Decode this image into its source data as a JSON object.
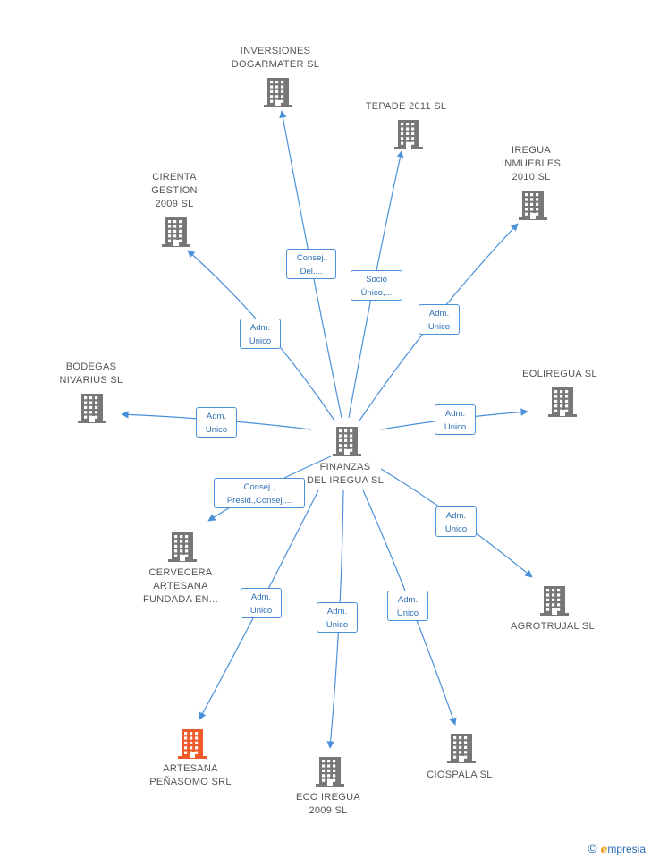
{
  "center": {
    "name": "FINANZAS\nDEL IREGUA SL",
    "color": "#777777"
  },
  "nodes": [
    {
      "id": "inversiones",
      "name": "INVERSIONES\nDOGARMATER SL",
      "color": "#777777"
    },
    {
      "id": "tepade",
      "name": "TEPADE 2011 SL",
      "color": "#777777"
    },
    {
      "id": "iregua-inmuebles",
      "name": "IREGUA\nINMUEBLES\n2010 SL",
      "color": "#777777"
    },
    {
      "id": "cirenta",
      "name": "CIRENTA\nGESTION\n2009 SL",
      "color": "#777777"
    },
    {
      "id": "bodegas",
      "name": "BODEGAS\nNIVARIUS  SL",
      "color": "#777777"
    },
    {
      "id": "eoliregua",
      "name": "EOLIREGUA SL",
      "color": "#777777"
    },
    {
      "id": "cervecera",
      "name": "CERVECERA\nARTESANA\nFUNDADA EN...",
      "color": "#777777"
    },
    {
      "id": "agrotrujal",
      "name": "AGROTRUJAL SL",
      "color": "#777777"
    },
    {
      "id": "artesana",
      "name": "ARTESANA\nPEÑASOMO SRL",
      "color": "#f05a28"
    },
    {
      "id": "eco-iregua",
      "name": "ECO IREGUA\n2009 SL",
      "color": "#777777"
    },
    {
      "id": "ciospala",
      "name": "CIOSPALA SL",
      "color": "#777777"
    }
  ],
  "edges": [
    {
      "to": "inversiones",
      "label": "Consej.\nDel...."
    },
    {
      "to": "tepade",
      "label": "Socio\nÚnico,..."
    },
    {
      "to": "iregua-inmuebles",
      "label": "Adm.\nUnico"
    },
    {
      "to": "cirenta",
      "label": "Adm.\nUnico"
    },
    {
      "to": "bodegas",
      "label": "Adm.\nUnico"
    },
    {
      "to": "eoliregua",
      "label": "Adm.\nUnico"
    },
    {
      "to": "cervecera",
      "label": "Consej.,\nPresid.,Consej...."
    },
    {
      "to": "agrotrujal",
      "label": "Adm.\nUnico"
    },
    {
      "to": "artesana",
      "label": "Adm.\nUnico"
    },
    {
      "to": "eco-iregua",
      "label": "Adm.\nUnico"
    },
    {
      "to": "ciospala",
      "label": "Adm.\nUnico"
    }
  ],
  "edge_color": "#4a90d9",
  "brand": {
    "symbol": "©",
    "initial": "e",
    "rest": "mpresia"
  }
}
